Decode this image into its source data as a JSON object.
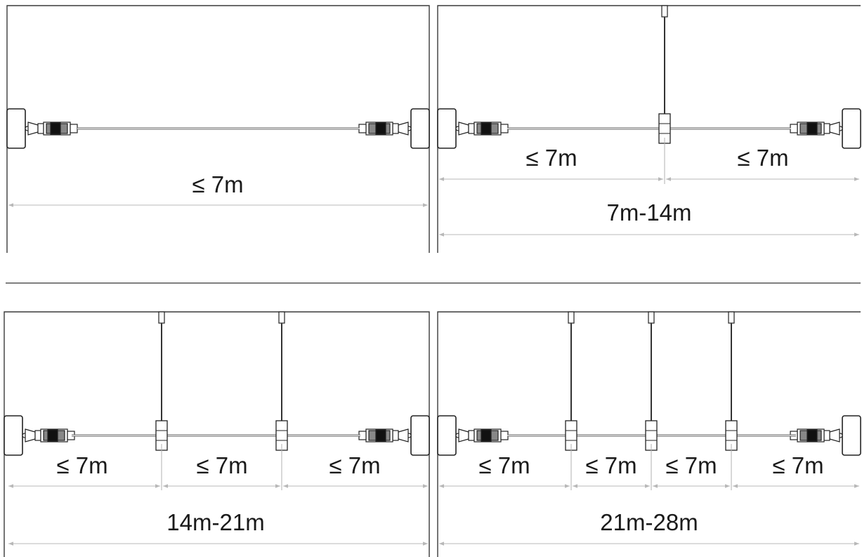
{
  "diagram": {
    "panels": [
      {
        "id": "one-cable",
        "total_label": "≤ 7m",
        "segment_labels": [],
        "supports": 0
      },
      {
        "id": "two-cables",
        "total_label": "7m-14m",
        "segment_labels": [
          "≤ 7m",
          "≤ 7m"
        ],
        "supports": 1
      },
      {
        "id": "three-cables",
        "total_label": "14m-21m",
        "segment_labels": [
          "≤ 7m",
          "≤ 7m",
          "≤ 7m"
        ],
        "supports": 2
      },
      {
        "id": "four-cables",
        "total_label": "21m-28m",
        "segment_labels": [
          "≤ 7m",
          "≤ 7m",
          "≤ 7m",
          "≤ 7m"
        ],
        "supports": 3
      }
    ]
  }
}
